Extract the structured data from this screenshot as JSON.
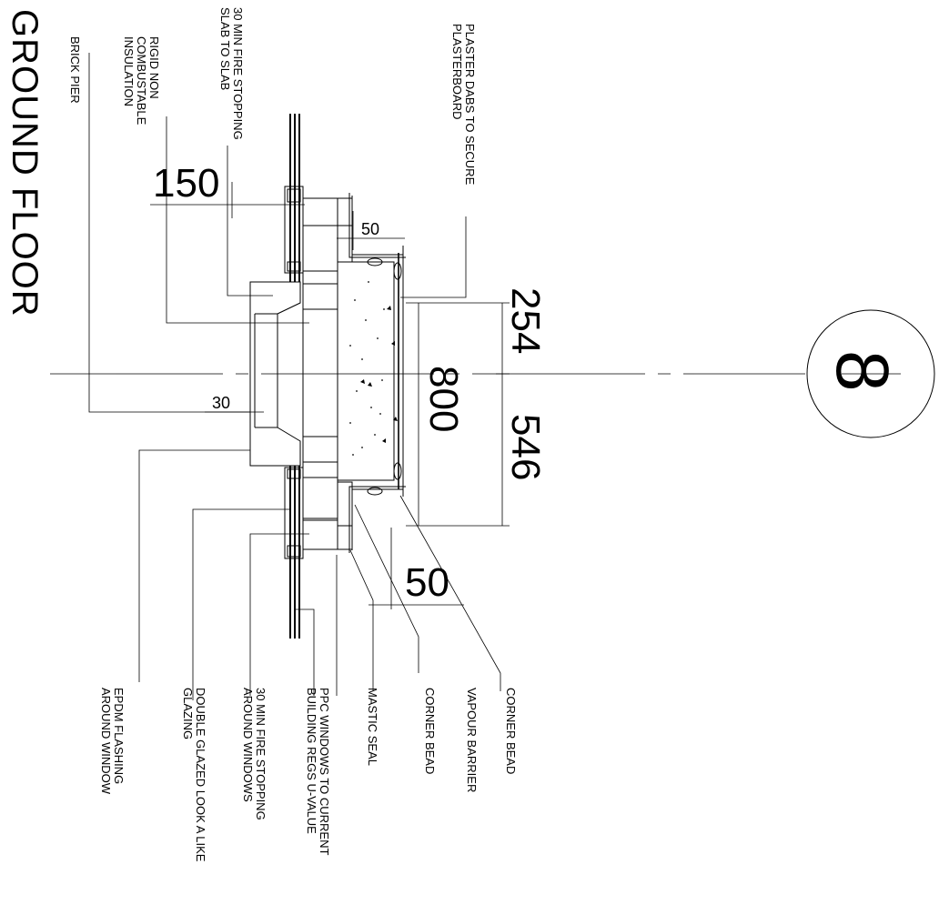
{
  "title": "GROUND FLOOR",
  "detail_ref": "8",
  "labels": {
    "fire_stop_slab_1": "30 MIN FIRE STOPPING",
    "fire_stop_slab_2": "SLAB TO SLAB",
    "rigid_1": "RIGID NON",
    "rigid_2": "COMBUSTABLE",
    "rigid_3": "INSULATION",
    "brick_pier": "BRICK PIER",
    "plaster_1": "PLASTER DABS TO SECURE",
    "plaster_2": "PLASTERBOARD",
    "epdm_1": "EPDM FLASHING",
    "epdm_2": "AROUND WINDOW",
    "glazed_1": "DOUBLE GLAZED LOOK A LIKE",
    "glazed_2": "GLAZING",
    "fire_stop_win_1": "30 MIN FIRE STOPPING",
    "fire_stop_win_2": "AROUND WINDOWS",
    "ppc_1": "PPC WINDOWS TO CURRENT",
    "ppc_2": "BUILDING REGS U-VALUE",
    "mastic": "MASTIC SEAL",
    "corner_bead_1": "CORNER BEAD",
    "vapour": "VAPOUR BARRIER",
    "corner_bead_2": "CORNER BEAD"
  },
  "dimensions": {
    "d150": "150",
    "d50_small": "50",
    "d30": "30",
    "d254": "254",
    "d800": "800",
    "d546": "546",
    "d50_large": "50"
  }
}
